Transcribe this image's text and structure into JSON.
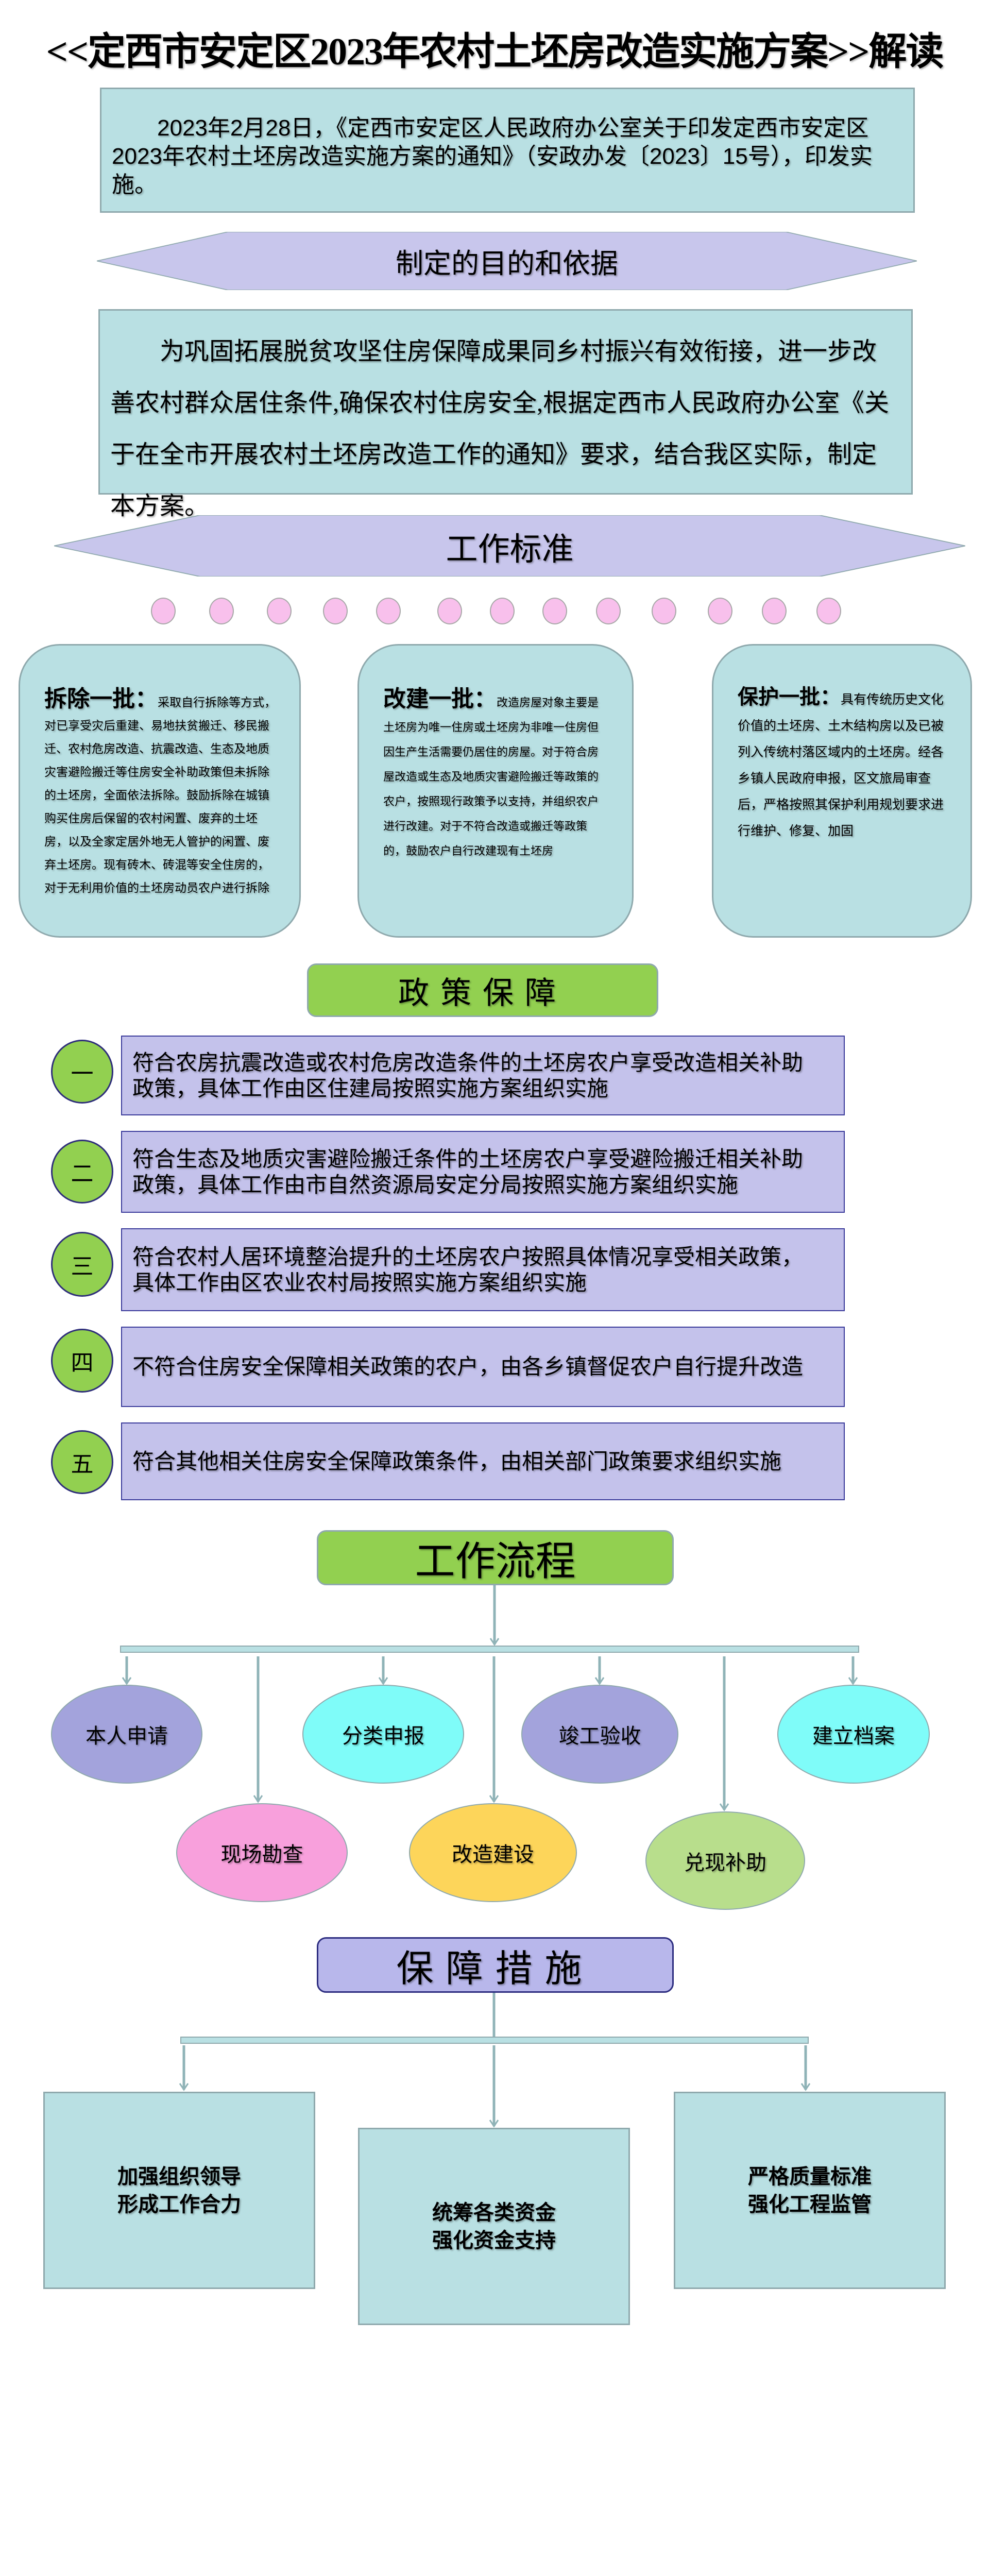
{
  "title": "<<定西市安定区2023年农村土坯房改造实施方案>>解读",
  "intro": "2023年2月28日，《定西市安定区人民政府办公室关于印发定西市安定区2023年农村土坯房改造实施方案的通知》（安政办发〔2023〕15号），印发实施。",
  "purpose": {
    "heading": "制定的目的和依据",
    "text": "为巩固拓展脱贫攻坚住房保障成果同乡村振兴有效衔接，进一步改善农村群众居住条件,确保农村住房安全,根据定西市人民政府办公室《关于在全市开展农村土坯房改造工作的通知》要求，结合我区实际，制定本方案。"
  },
  "standards": {
    "heading": "工作标准",
    "cards": [
      {
        "title": "拆除一批：",
        "text": "采取自行拆除等方式，对已享受灾后重建、易地扶贫搬迁、移民搬迁、农村危房改造、抗震改造、生态及地质灾害避险搬迁等住房安全补助政策但未拆除的土坯房，全面依法拆除。鼓励拆除在城镇购买住房后保留的农村闲置、废弃的土坯房，以及全家定居外地无人管护的闲置、废弃土坯房。现有砖木、砖混等安全住房的，对于无利用价值的土坯房动员农户进行拆除"
      },
      {
        "title": "改建一批：",
        "text": "改造房屋对象主要是土坯房为唯一住房或土坯房为非唯一住房但因生产生活需要仍居住的房屋。对于符合房屋改造或生态及地质灾害避险搬迁等政策的农户，按照现行政策予以支持，并组织农户进行改建。对于不符合改造或搬迁等政策的，鼓励农户自行改建现有土坯房"
      },
      {
        "title": "保护一批：",
        "text": "具有传统历史文化价值的土坯房、土木结构房以及已被列入传统村落区域内的土坯房。经各乡镇人民政府申报，区文旅局审查后，严格按照其保护利用规划要求进行维护、修复、加固"
      }
    ]
  },
  "policy": {
    "heading": "政策保障",
    "items": [
      {
        "num": "一",
        "text": "符合农房抗震改造或农村危房改造条件的土坯房农户享受改造相关补助政策，具体工作由区住建局按照实施方案组织实施"
      },
      {
        "num": "二",
        "text": "符合生态及地质灾害避险搬迁条件的土坯房农户享受避险搬迁相关补助政策，具体工作由市自然资源局安定分局按照实施方案组织实施"
      },
      {
        "num": "三",
        "text": "符合农村人居环境整治提升的土坯房农户按照具体情况享受相关政策，具体工作由区农业农村局按照实施方案组织实施"
      },
      {
        "num": "四",
        "text": "不符合住房安全保障相关政策的农户，由各乡镇督促农户自行提升改造"
      },
      {
        "num": "五",
        "text": "符合其他相关住房安全保障政策条件，由相关部门政策要求组织实施"
      }
    ]
  },
  "workflow": {
    "heading": "工作流程",
    "steps": [
      {
        "label": "本人申请",
        "color": "#a3a3dc"
      },
      {
        "label": "现场勘查",
        "color": "#f8a0dc"
      },
      {
        "label": "分类申报",
        "color": "#7ffcf9"
      },
      {
        "label": "改造建设",
        "color": "#fdd55a"
      },
      {
        "label": "竣工验收",
        "color": "#a3a3dc"
      },
      {
        "label": "兑现补助",
        "color": "#b8de8c"
      },
      {
        "label": "建立档案",
        "color": "#7ffcf9"
      }
    ]
  },
  "measures": {
    "heading": "保障措施",
    "items": [
      {
        "line1": "加强组织领导",
        "line2": "形成工作合力"
      },
      {
        "line1": "统筹各类资金",
        "line2": "强化资金支持"
      },
      {
        "line1": "严格质量标准",
        "line2": "强化工程监管"
      }
    ]
  },
  "colors": {
    "teal": "#b9e0e3",
    "lavender": "#c4c2eb",
    "green": "#92d050",
    "dot": "#f8c0ec"
  }
}
